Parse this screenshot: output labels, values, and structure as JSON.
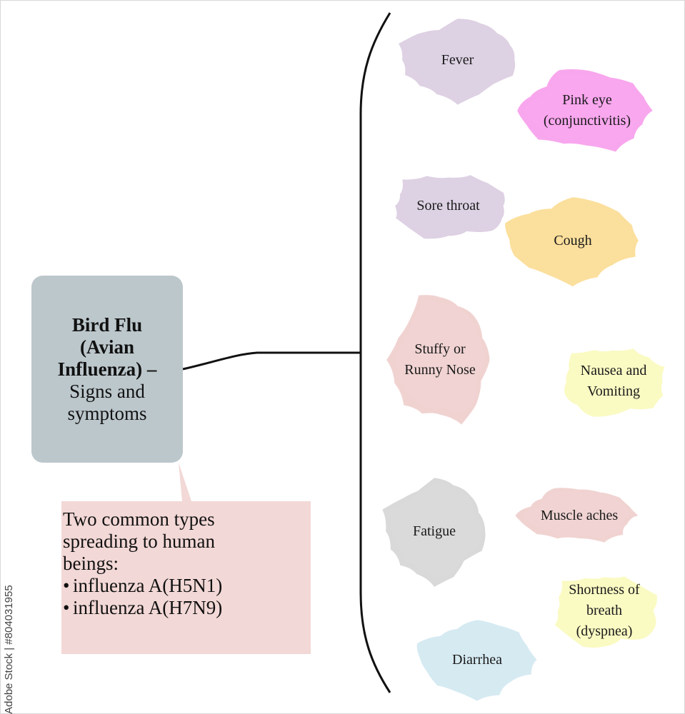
{
  "main": {
    "title_line1": "Bird Flu",
    "title_line2": "(Avian",
    "title_line3": "Influenza) –",
    "subtitle_line1": "Signs and",
    "subtitle_line2": "symptoms"
  },
  "note": {
    "lines": [
      "Two common types",
      "spreading to human",
      "beings:"
    ],
    "bullets": [
      "influenza A(H5N1)",
      "influenza A(H7N9)"
    ]
  },
  "symptoms": [
    {
      "id": "fever",
      "lines": [
        "Fever"
      ],
      "color": "#ddd1e3"
    },
    {
      "id": "pink-eye",
      "lines": [
        "Pink eye",
        "(conjunctivitis)"
      ],
      "color": "#f8a7ee"
    },
    {
      "id": "sore-throat",
      "lines": [
        "Sore throat"
      ],
      "color": "#ddd1e3"
    },
    {
      "id": "cough",
      "lines": [
        "Cough"
      ],
      "color": "#fbdf9c"
    },
    {
      "id": "stuffy-nose",
      "lines": [
        "Stuffy or",
        "Runny Nose"
      ],
      "color": "#f0d3d1"
    },
    {
      "id": "nausea",
      "lines": [
        "Nausea and",
        "Vomiting"
      ],
      "color": "#fafac3"
    },
    {
      "id": "fatigue",
      "lines": [
        "Fatigue"
      ],
      "color": "#d9d9d9"
    },
    {
      "id": "muscle-aches",
      "lines": [
        "Muscle aches"
      ],
      "color": "#f0d3d1"
    },
    {
      "id": "shortness-of-breath",
      "lines": [
        "Shortness of",
        "breath",
        "(dyspnea)"
      ],
      "color": "#fafac3"
    },
    {
      "id": "diarrhea",
      "lines": [
        "Diarrhea"
      ],
      "color": "#d6eaf2"
    }
  ],
  "watermark": "Adobe Stock | #804031955"
}
